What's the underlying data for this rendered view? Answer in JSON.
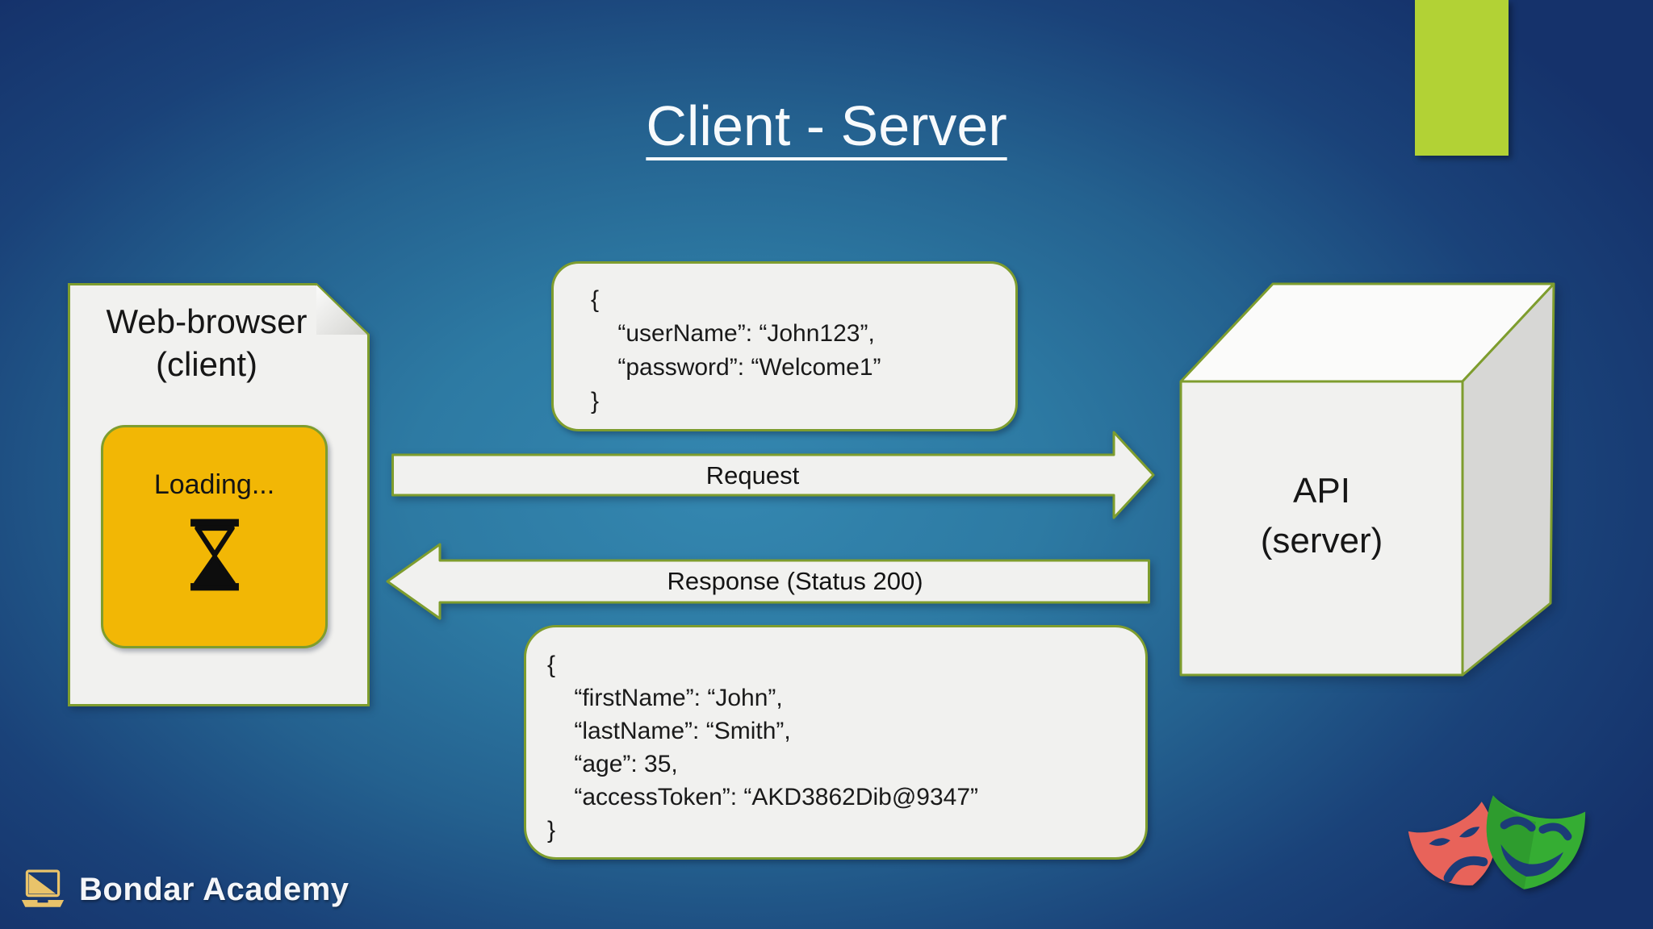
{
  "slide": {
    "title": "Client - Server",
    "colors": {
      "background_center": "#3487b0",
      "background_edge": "#15326b",
      "shape_fill": "#f1f1ef",
      "accent_border_green": "#7e9d2e",
      "lime_bar": "#b2d235",
      "loading_yellow": "#f2b705",
      "comedy_mask_green": "#35ad33",
      "tragedy_mask_red": "#e8635a",
      "brand_gold": "#e9c36a"
    }
  },
  "client": {
    "label_line1": "Web-browser",
    "label_line2": "(client)",
    "loading_label": "Loading...",
    "loading_icon": "hourglass-icon"
  },
  "request": {
    "arrow_label": "Request",
    "payload_lines": [
      "{",
      "    “userName”: “John123”,",
      "    “password”: “Welcome1”",
      "}"
    ]
  },
  "response": {
    "arrow_label": "Response (Status 200)",
    "payload_lines": [
      "{",
      "    “firstName”: “John”,",
      "    “lastName”: “Smith”,",
      "    “age”: 35,",
      "    “accessToken”: “AKD3862Dib@9347”",
      "}"
    ]
  },
  "server": {
    "label_line1": "API",
    "label_line2": "(server)"
  },
  "branding": {
    "name": "Bondar Academy",
    "icon": "laptop-icon"
  },
  "decor": {
    "icons": [
      "tragedy-mask-icon",
      "comedy-mask-icon"
    ]
  }
}
